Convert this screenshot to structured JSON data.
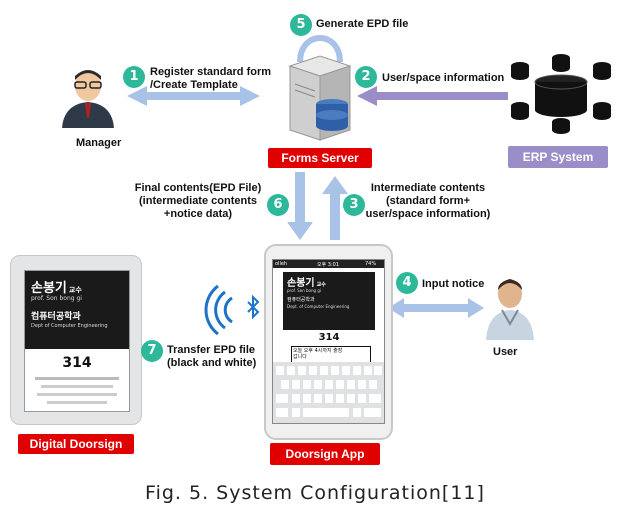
{
  "steps": {
    "s1": {
      "num": "1",
      "label": "Register standard form\n/Create Template"
    },
    "s2": {
      "num": "2",
      "label": "User/space information"
    },
    "s3": {
      "num": "3",
      "label": "Intermediate contents\n(standard form+\nuser/space information)"
    },
    "s4": {
      "num": "4",
      "label": "Input notice"
    },
    "s5": {
      "num": "5",
      "label": "Generate EPD file"
    },
    "s6": {
      "num": "6",
      "label": "Final contents(EPD File)\n(intermediate contents\n+notice data)"
    },
    "s7": {
      "num": "7",
      "label": "Transfer EPD file\n(black and white)"
    }
  },
  "nodes": {
    "manager": "Manager",
    "forms_server": "Forms Server",
    "erp_system": "ERP System",
    "user": "User",
    "digital_doorsign": "Digital Doorsign",
    "doorsign_app": "Doorsign App"
  },
  "doorsign_screen": {
    "name": "손봉기",
    "title_suffix": "교수",
    "name_en": "prof. Son bong gi",
    "dept": "컴퓨터공학과",
    "dept_en": "Dept of Computer Engineering",
    "room": "314"
  },
  "app_screen": {
    "status_left": "olleh",
    "status_time": "오후 3:01",
    "status_right": "74%",
    "name": "손봉기",
    "title_suffix": "교수",
    "name_en": "prof. Son bong gi",
    "dept": "컴퓨터공학과",
    "dept_en": "Dept. of Computer Engineering",
    "room": "314",
    "notice": "오늘 오후 4시까지 출장\n갑니다"
  },
  "caption": "Fig. 5. System Configuration[11]",
  "colors": {
    "step_circle": "#2eb89a",
    "arrow_blue": "#a9c3e8",
    "arrow_purple": "#9b8dc8",
    "label_red": "#e00000",
    "erp_box": "#9b8dc8"
  }
}
